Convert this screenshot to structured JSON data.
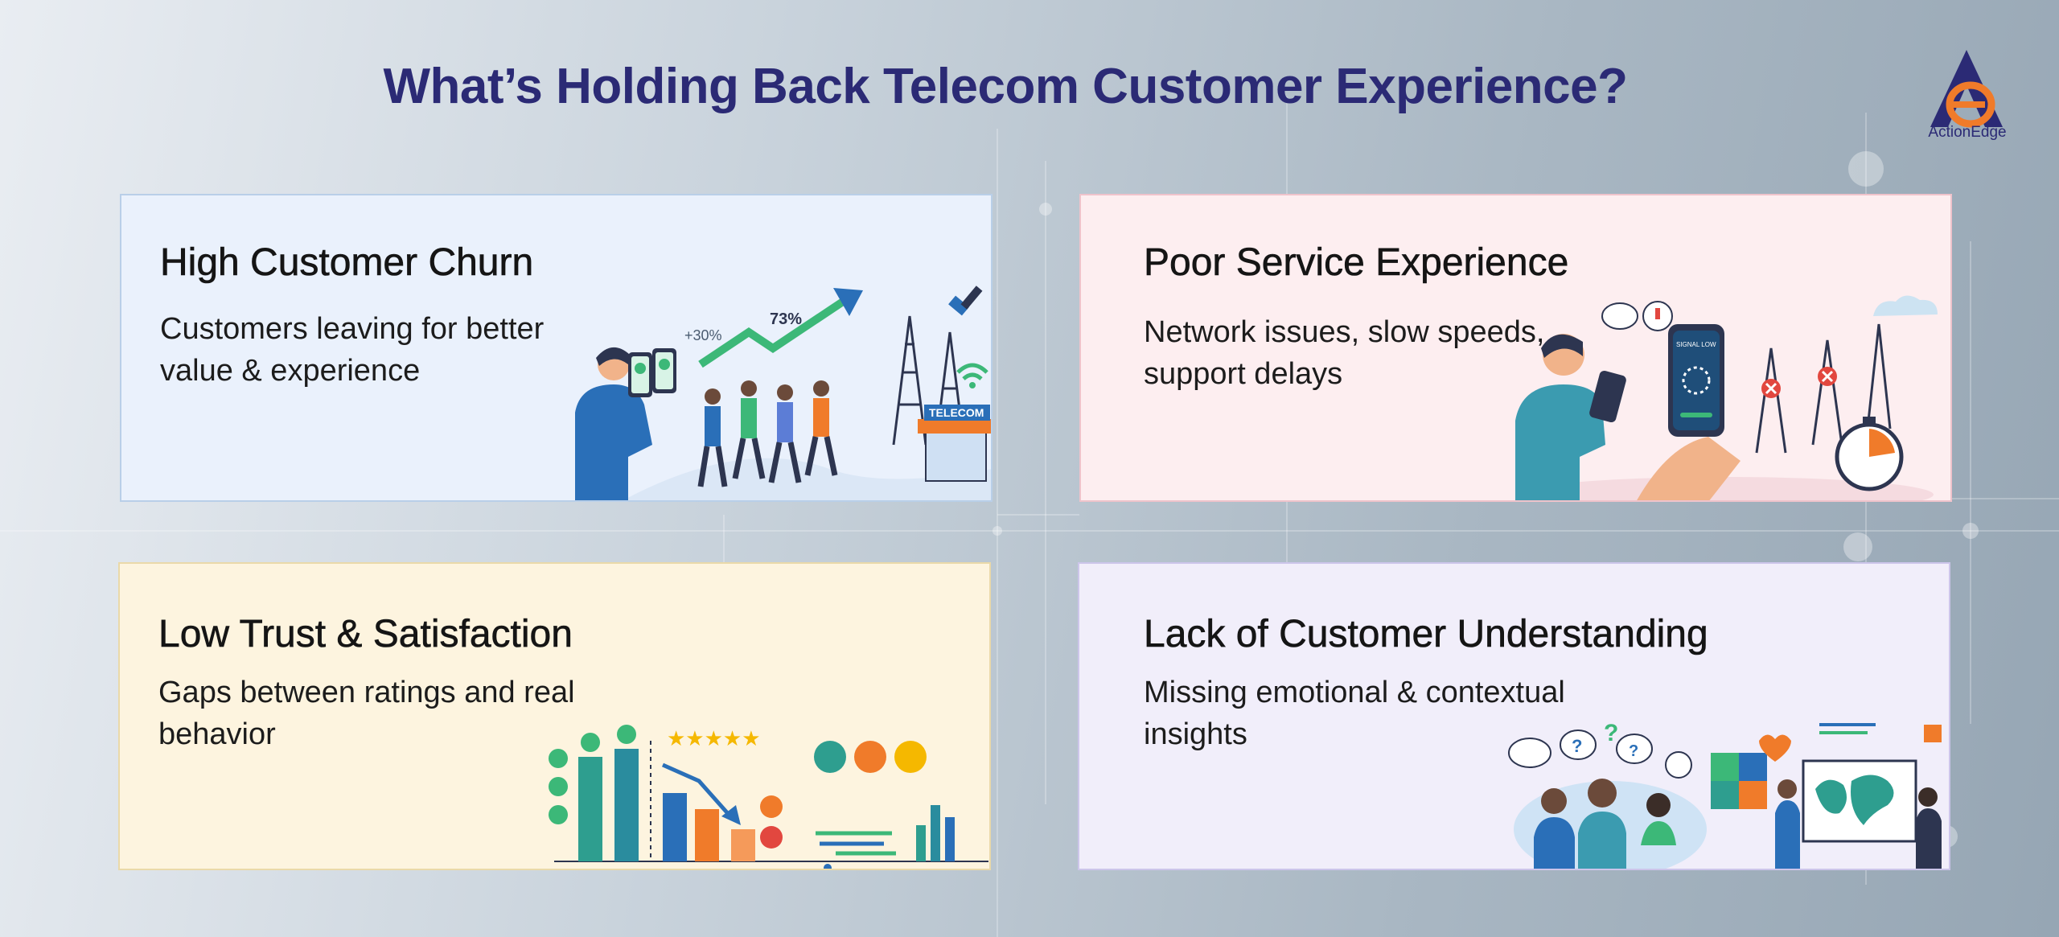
{
  "header": {
    "title": "What’s Holding Back Telecom Customer Experience?"
  },
  "logo": {
    "text": "ActionEdge",
    "colors": {
      "primary": "#2b2a75",
      "accent": "#f07b2a"
    }
  },
  "cards": [
    {
      "title": "High Customer Churn",
      "description": "Customers leaving for better value & experience",
      "illustration": {
        "name": "churn-illustration",
        "labels": {
          "growth": "+30%",
          "percent": "73%",
          "store": "TELECOM"
        }
      }
    },
    {
      "title": "Poor Service Experience",
      "description": "Network issues, slow speeds, support delays",
      "illustration": {
        "name": "service-illustration",
        "labels": {
          "phone": "SIGNAL LOW"
        }
      }
    },
    {
      "title": "Low Trust & Satisfaction",
      "description": "Gaps between ratings and real behavior",
      "illustration": {
        "name": "trust-illustration"
      }
    },
    {
      "title": "Lack of Customer Understanding",
      "description": "Missing emotional & contextual insights",
      "illustration": {
        "name": "understanding-illustration"
      }
    }
  ],
  "colors": {
    "title": "#2b2a75",
    "card_blue": "#eaf1fc",
    "card_pink": "#fdeef0",
    "card_yellow": "#fdf4df",
    "card_lavender": "#f1eefa",
    "accent_orange": "#f07b2a",
    "accent_green": "#3cb878",
    "accent_blue": "#2a6fb8"
  }
}
